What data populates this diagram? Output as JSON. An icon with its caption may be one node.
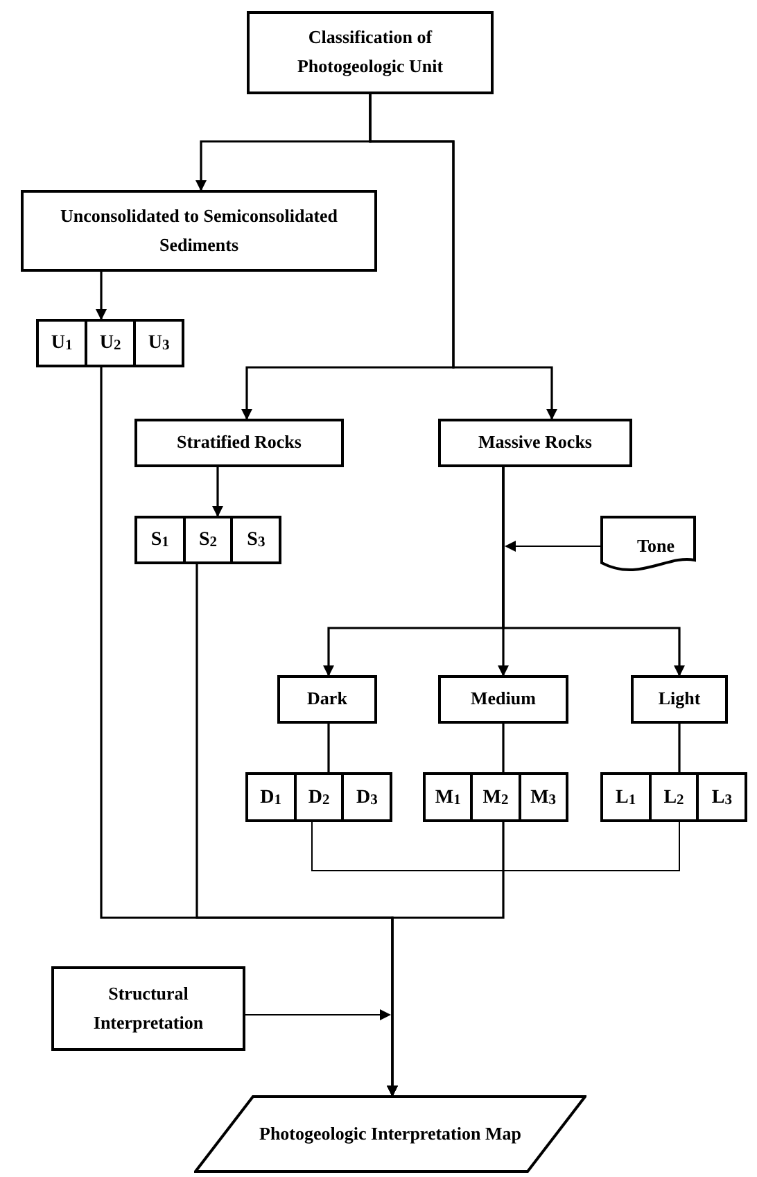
{
  "diagram": {
    "nodes": [
      {
        "text": [
          "Classification of Photogeologic Unit"
        ]
      },
      {
        "text": [
          "Unconsolidated to Semiconsolidated Sediments"
        ]
      },
      {
        "text": [
          "U$_{1}$",
          "U$_{2}$",
          "U$_{3}$"
        ]
      },
      {
        "text": [
          "Stratified Rocks"
        ]
      },
      {
        "text": [
          "Massive Rocks"
        ]
      },
      {
        "text": [
          "S$_{1}$",
          "S$_{2}$",
          "S$_{3}$"
        ]
      },
      {
        "text": [
          "Tone"
        ]
      },
      {
        "text": [
          "Dark"
        ]
      },
      {
        "text": [
          "Medium"
        ]
      },
      {
        "text": [
          "Light"
        ]
      },
      {
        "text": [
          "D$_{1}$",
          "D$_{2}$",
          "D$_{3}$"
        ]
      },
      {
        "text": [
          "M$_{1}$",
          "M$_{2}$",
          "M$_{3}$"
        ]
      },
      {
        "text": [
          "L$_{1}$",
          "L$_{2}$",
          "L$_{3}$"
        ]
      },
      {
        "text": [
          "Structural Interpretation"
        ]
      },
      {
        "text": [
          "Photogeologic Interpretation Map"
        ]
      }
    ],
    "edges": [
      {
        "from": 0,
        "to": 1,
        "arrow": "to"
      },
      {
        "from": 0,
        "to": 3,
        "arrow": "to"
      },
      {
        "from": 0,
        "to": 4,
        "arrow": "to"
      },
      {
        "from": 1,
        "to": 2,
        "arrow": "to"
      },
      {
        "from": 3,
        "to": 5,
        "arrow": "to"
      },
      {
        "from": 4,
        "to": 7,
        "arrow": "to"
      },
      {
        "from": 4,
        "to": 8,
        "arrow": "to"
      },
      {
        "from": 4,
        "to": 9,
        "arrow": "to"
      },
      {
        "from": 6,
        "to": null,
        "arrow": "to"
      },
      {
        "from": 7,
        "to": 10,
        "arrow": "none"
      },
      {
        "from": 8,
        "to": 11,
        "arrow": "none"
      },
      {
        "from": 9,
        "to": 12,
        "arrow": "none"
      },
      {
        "from": 2,
        "to": 14,
        "arrow": "to"
      },
      {
        "from": 5,
        "to": 14,
        "arrow": "to"
      },
      {
        "from": 11,
        "to": 14,
        "arrow": "to"
      },
      {
        "from": 10,
        "to": 14,
        "arrow": "to"
      },
      {
        "from": 12,
        "to": 14,
        "arrow": "to"
      },
      {
        "from": 13,
        "to": null,
        "arrow": "to"
      }
    ]
  }
}
